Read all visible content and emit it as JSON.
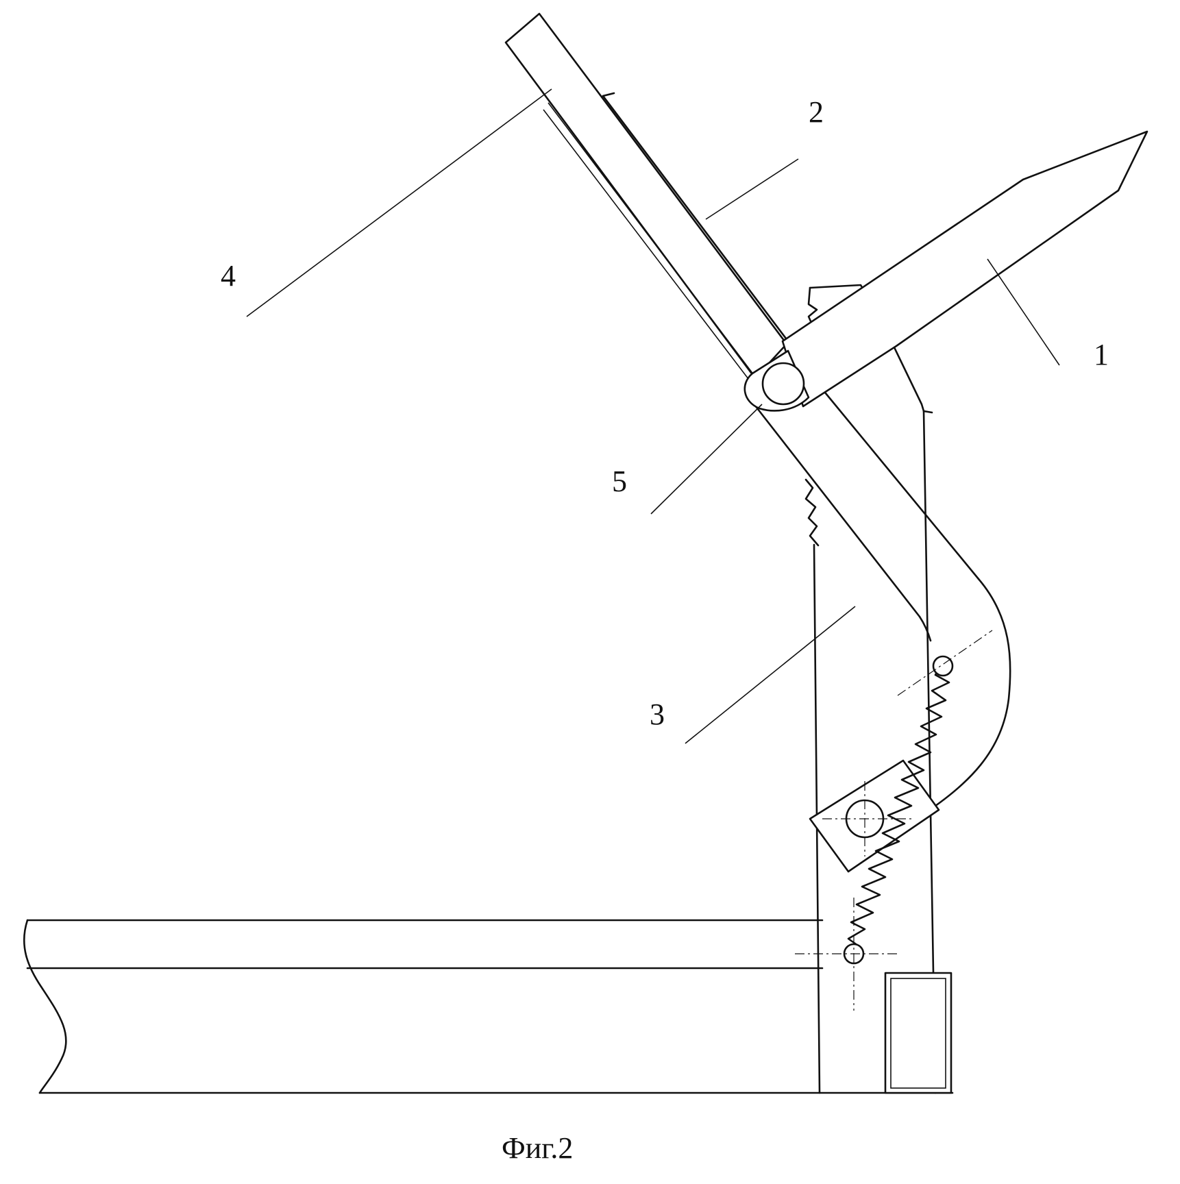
{
  "figure": {
    "caption": "Фиг.2",
    "labels": {
      "l1": "1",
      "l2": "2",
      "l3": "3",
      "l4": "4",
      "l5": "5"
    }
  }
}
